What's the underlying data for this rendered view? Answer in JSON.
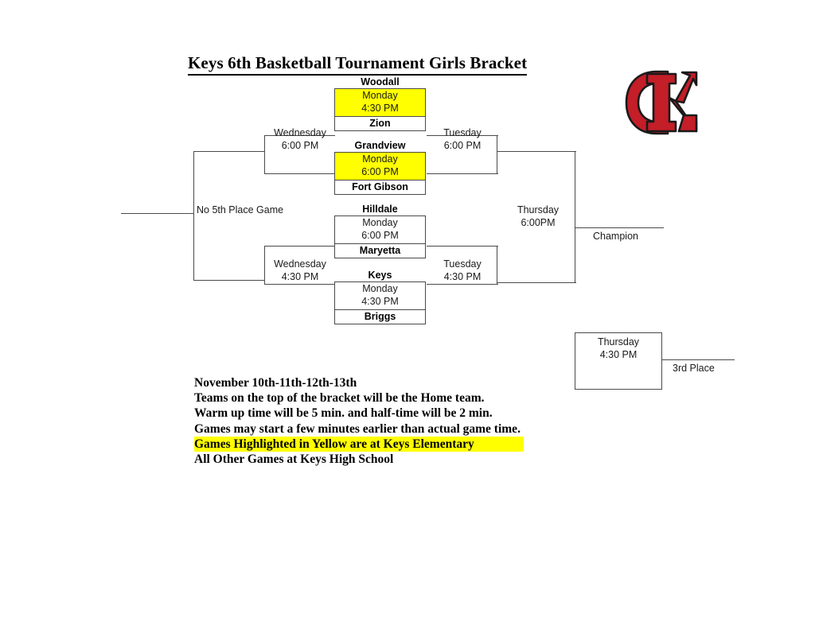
{
  "document": {
    "title": "Keys 6th Basketball Tournament Girls Bracket"
  },
  "logo": {
    "name": "kc-logo",
    "letters": "KC",
    "color": "#c41e28",
    "outline_color": "#1a1a1a"
  },
  "bracket": {
    "quarterfinals": [
      {
        "id": "qf-1",
        "top_team": "Woodall",
        "bottom_team": "Zion",
        "day": "Monday",
        "time": "4:30 PM",
        "highlighted": true
      },
      {
        "id": "qf-2",
        "top_team": "Grandview",
        "bottom_team": "Fort Gibson",
        "day": "Monday",
        "time": "6:00 PM",
        "highlighted": true
      },
      {
        "id": "qf-3",
        "top_team": "Hilldale",
        "bottom_team": "Maryetta",
        "day": "Monday",
        "time": "6:00 PM",
        "highlighted": false
      },
      {
        "id": "qf-4",
        "top_team": "Keys",
        "bottom_team": "Briggs",
        "day": "Monday",
        "time": "4:30 PM",
        "highlighted": false
      }
    ],
    "consolation": [
      {
        "id": "cons-upper",
        "day": "Wednesday",
        "time": "6:00 PM"
      },
      {
        "id": "cons-lower",
        "day": "Wednesday",
        "time": "4:30 PM"
      }
    ],
    "semifinals": [
      {
        "id": "sf-upper",
        "day": "Tuesday",
        "time": "6:00 PM"
      },
      {
        "id": "sf-lower",
        "day": "Tuesday",
        "time": "4:30 PM"
      }
    ],
    "final": {
      "id": "championship",
      "day": "Thursday",
      "time": "6:00PM",
      "outcome_label": "Champion"
    },
    "third_place": {
      "id": "third-place",
      "day": "Thursday",
      "time": "4:30 PM",
      "outcome_label": "3rd Place"
    },
    "fifth_place_note": "No 5th Place Game"
  },
  "notes": {
    "lines": [
      {
        "text": "November 10th-11th-12th-13th",
        "highlighted": false
      },
      {
        "text": "Teams on the top of the bracket will be the Home team.",
        "highlighted": false
      },
      {
        "text": "Warm up time will be 5 min. and half-time will be 2 min.",
        "highlighted": false
      },
      {
        "text": "Games may start a few minutes earlier than actual game time.",
        "highlighted": false
      },
      {
        "text": "Games Highlighted in Yellow are at Keys Elementary",
        "highlighted": true
      },
      {
        "text": "All Other Games at Keys High School",
        "highlighted": false
      }
    ]
  },
  "colors": {
    "highlight": "#ffff00",
    "line": "#4a4a4a",
    "text": "#000000",
    "logo_red": "#c41e28"
  }
}
